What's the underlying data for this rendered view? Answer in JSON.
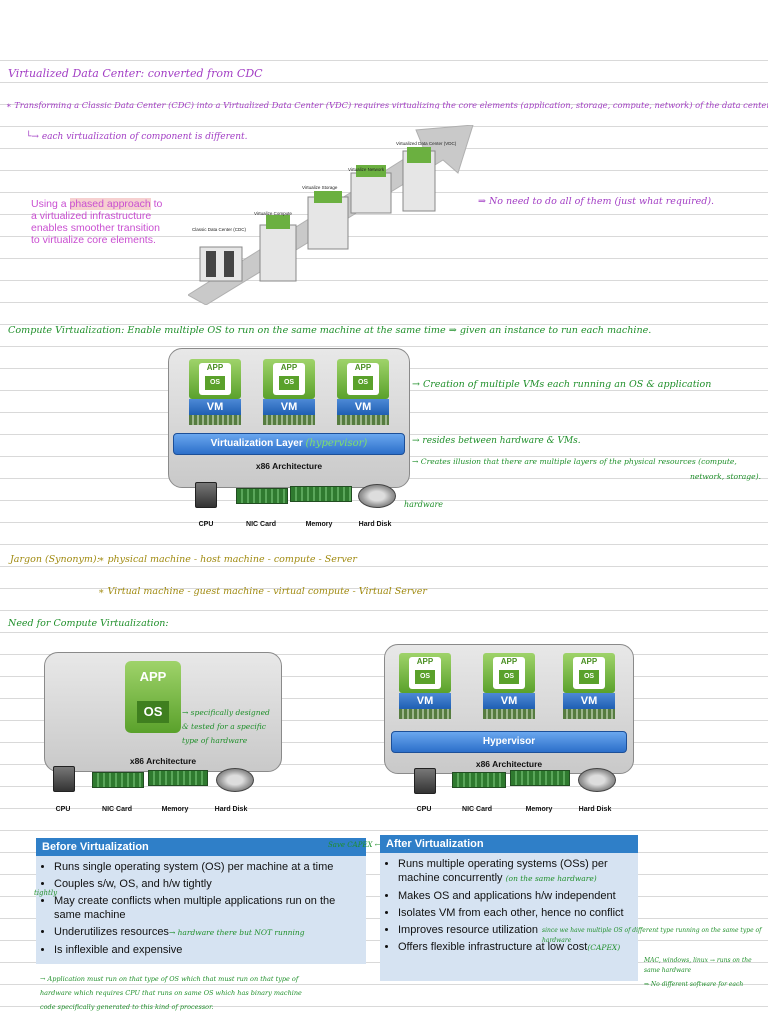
{
  "notes": {
    "title": "Virtualized Data Center: converted from CDC",
    "transform": "∗ Transforming a Classic Data Center (CDC) into a Virtualized Data Center (VDC) requires virtualizing the core elements (application, storage, compute, network) of the data center",
    "each_component": "└→ each virtualization of component is different.",
    "no_need": "⇒ No need to do all of them (just what required).",
    "compute_title": "Compute Virtualization: Enable multiple OS to run on the same machine at the same time ⇒ given an instance to run each machine.",
    "creation_note": "→ Creation of multiple VMs each running an OS & application",
    "resides_note": "→ resides between hardware & VMs.",
    "illusion_note": "→ Creates illusion that there are multiple layers of the physical resources (compute,",
    "illusion_note2": "network, storage).",
    "hardware_note": "hardware",
    "jargon": "Jargon (Synonym):",
    "jargon_physical": "∗ physical machine - host machine - compute - Server",
    "jargon_virtual": "∗ Virtual machine - guest machine - virtual compute - Virtual Server",
    "need_title": "Need for Compute Virtualization:",
    "specific_note": "→ specifically designed & tested for a specific type of hardware",
    "save_capex": "Save CAPEX ←",
    "tightly": "tightly",
    "hw_not_running": "→ hardware there but NOT running",
    "app_note": "→ Application must run on that type of OS which that must run on that type of hardware which requires CPU that runs on same OS which has binary machine code specifically generated to this kind of processor.",
    "same_hw": "(on the same hardware)",
    "capex": "(CAPEX)",
    "since_note": "since we have multiple OS of different type running on the same type of hardware",
    "mac_note": "MAC, windows, linux → runs on the same hardware",
    "no_diff_note": "⇒ No different software for each"
  },
  "phased": {
    "pre": "Using a ",
    "hl": "phased approach",
    "post": " to a virtualized infrastructure enables smoother transition to virtualize core elements."
  },
  "arrow_labels": {
    "cdc": "Classic Data Center (CDC)",
    "compute": "Virtualize Compute",
    "storage": "Virtualize Storage",
    "network": "Virtualize Network",
    "vdc": "Virtualized Data Center (VDC)"
  },
  "diagram": {
    "app": "APP",
    "os": "OS",
    "vm": "VM",
    "layer": "Virtualization Layer",
    "hypervisor_note": "(hypervisor)",
    "x86": "x86 Architecture",
    "cpu": "CPU",
    "nic": "NIC Card",
    "memory": "Memory",
    "disk": "Hard Disk",
    "hypervisor": "Hypervisor"
  },
  "before": {
    "title": "Before Virtualization",
    "items": [
      "Runs single operating system (OS) per machine at a time",
      "Couples s/w, OS, and h/w tightly",
      "May create conflicts when multiple applications run on the same machine",
      "Underutilizes resources",
      "Is inflexible and expensive"
    ]
  },
  "after": {
    "title": "After Virtualization",
    "items": [
      "Runs multiple operating systems (OSs) per machine concurrently",
      "Makes OS and applications h/w independent",
      "Isolates VM from each other, hence no conflict",
      "Improves resource utilization",
      "Offers flexible infrastructure at low cost"
    ]
  }
}
